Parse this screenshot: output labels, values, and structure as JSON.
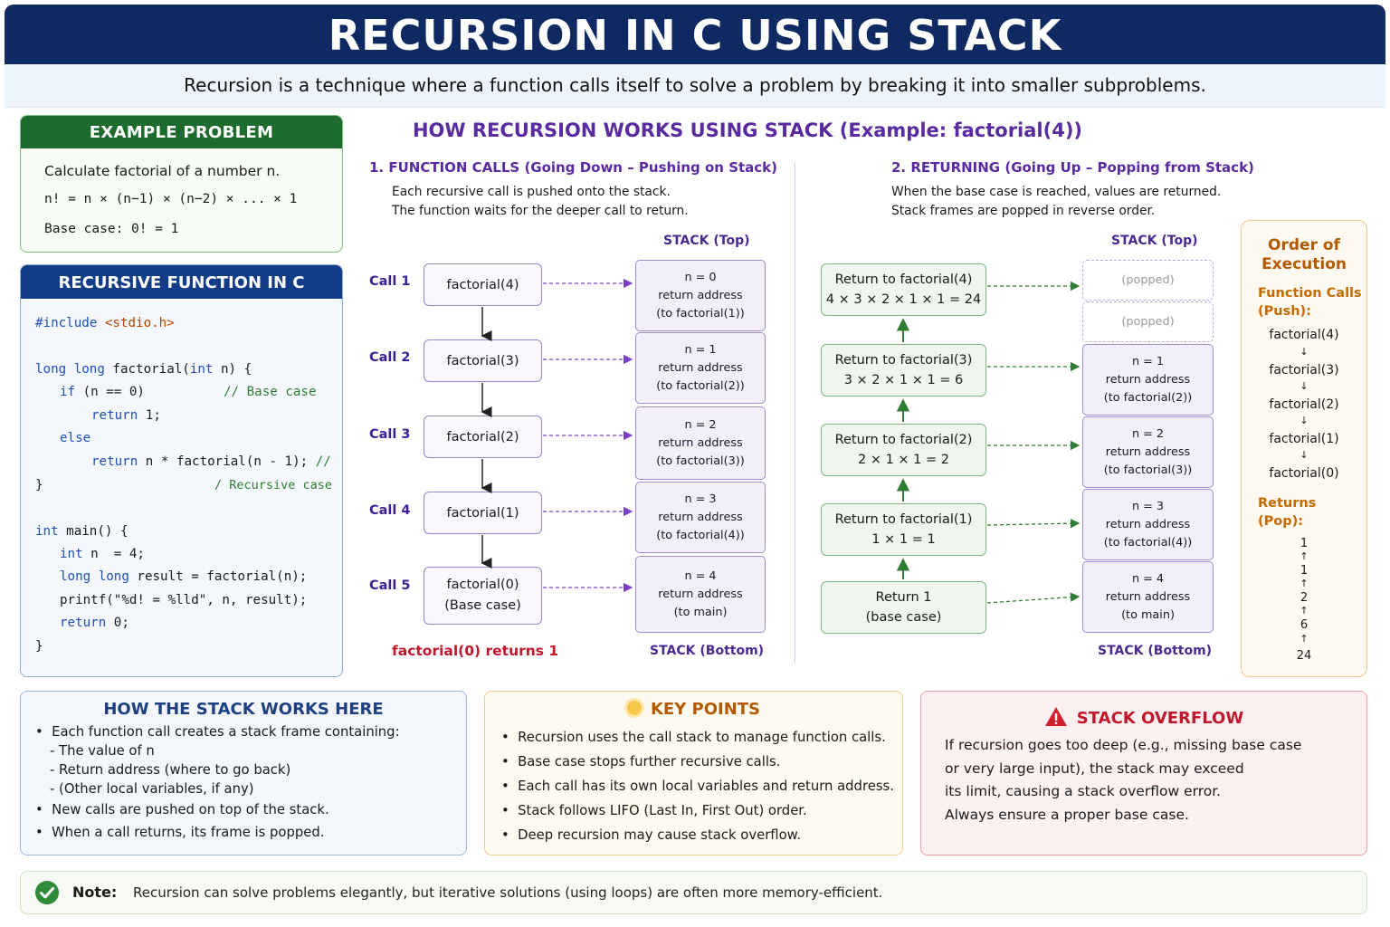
{
  "header": {
    "title": "RECURSION IN C USING STACK",
    "subtitle": "Recursion is a technique where a function calls itself to solve a problem by breaking it into smaller subproblems."
  },
  "example": {
    "title": "EXAMPLE PROBLEM",
    "line1": "Calculate factorial of a number n.",
    "line2": "n! = n × (n−1) × (n−2) × ... × 1",
    "line3": "Base case: 0! = 1"
  },
  "function": {
    "title": "RECURSIVE FUNCTION IN C",
    "include_kw": "#include",
    "include_file": "<stdio.h>",
    "sig_type": "long long",
    "sig_rest": " factorial(",
    "sig_int": "int",
    "sig_end": " n) {",
    "if_kw": "if",
    "if_rest": " (n == 0)",
    "if_comment": "// Base case",
    "ret1_kw": "return",
    "ret1_rest": " 1;",
    "else_kw": "else",
    "ret2_kw": "return",
    "ret2_rest": " n * factorial(n - 1);",
    "ret2_comment": " //",
    "close1": "}",
    "rec_comment": "/ Recursive case",
    "main_kw": "int",
    "main_rest": " main() {",
    "decl_kw": "int",
    "decl_rest": " n  = 4;",
    "res_kw": "long long",
    "res_rest": " result = factorial(n);",
    "printf": "printf(\"%d! = %lld\", n, result);",
    "ret3_kw": "return",
    "ret3_rest": " 0;",
    "close2": "}"
  },
  "center": {
    "title": "HOW RECURSION WORKS USING STACK (Example: factorial(4))",
    "sec1_title": "1. FUNCTION CALLS (Going Down – Pushing on Stack)",
    "sec1_desc1": "Each recursive call is pushed onto the stack.",
    "sec1_desc2": "The function waits for the deeper call to return.",
    "sec2_title": "2. RETURNING (Going Up – Popping from Stack)",
    "sec2_desc1": "When the base case is reached, values are returned.",
    "sec2_desc2": "Stack frames are popped in reverse order.",
    "stack_top": "STACK (Top)",
    "stack_bottom": "STACK (Bottom)",
    "calls": [
      {
        "label": "Call 1",
        "func": "factorial(4)",
        "func2": ""
      },
      {
        "label": "Call 2",
        "func": "factorial(3)",
        "func2": ""
      },
      {
        "label": "Call 3",
        "func": "factorial(2)",
        "func2": ""
      },
      {
        "label": "Call 4",
        "func": "factorial(1)",
        "func2": ""
      },
      {
        "label": "Call 5",
        "func": "factorial(0)",
        "func2": "(Base case)"
      }
    ],
    "frames": [
      {
        "n": "n = 0",
        "ra": "return address",
        "to": "(to factorial(1))"
      },
      {
        "n": "n = 1",
        "ra": "return address",
        "to": "(to factorial(2))"
      },
      {
        "n": "n = 2",
        "ra": "return address",
        "to": "(to factorial(3))"
      },
      {
        "n": "n = 3",
        "ra": "return address",
        "to": "(to factorial(4))"
      },
      {
        "n": "n = 4",
        "ra": "return address",
        "to": "(to main)"
      }
    ],
    "base_return": "factorial(0) returns  1",
    "returns": [
      {
        "l1": "Return to factorial(4)",
        "l2": "4 × 3 × 2 × 1 × 1 = 24"
      },
      {
        "l1": "Return to factorial(3)",
        "l2": "3 × 2 × 1 × 1 = 6"
      },
      {
        "l1": "Return to factorial(2)",
        "l2": "2 × 1 × 1 = 2"
      },
      {
        "l1": "Return to factorial(1)",
        "l2": "1 × 1 = 1"
      },
      {
        "l1": "Return 1",
        "l2": "(base case)"
      }
    ],
    "popped": "(popped)",
    "frames_right": [
      {
        "n": "n = 1",
        "ra": "return address",
        "to": "(to factorial(2))"
      },
      {
        "n": "n = 2",
        "ra": "return address",
        "to": "(to factorial(3))"
      },
      {
        "n": "n = 3",
        "ra": "return address",
        "to": "(to factorial(4))"
      },
      {
        "n": "n = 4",
        "ra": "return address",
        "to": "(to main)"
      }
    ]
  },
  "order": {
    "title1": "Order of",
    "title2": "Execution",
    "push1": "Function Calls",
    "push2": "(Push):",
    "calls": [
      "factorial(4)",
      "factorial(3)",
      "factorial(2)",
      "factorial(1)",
      "factorial(0)"
    ],
    "pop1": "Returns",
    "pop2": "(Pop):",
    "values": [
      "1",
      "1",
      "2",
      "6",
      "24"
    ]
  },
  "stack_works": {
    "title": "HOW THE STACK WORKS HERE",
    "b1": "Each function call creates a stack frame containing:",
    "s1": "- The value of n",
    "s2": "- Return address (where to go back)",
    "s3": "- (Other local variables, if any)",
    "b2": "New calls are pushed on top of the stack.",
    "b3": "When a call returns, its frame is popped."
  },
  "key_points": {
    "title": "KEY POINTS",
    "items": [
      "Recursion uses the call stack to manage function calls.",
      "Base case stops further recursive calls.",
      "Each call has its own local variables and return address.",
      "Stack follows LIFO (Last In, First Out) order.",
      "Deep recursion may cause stack overflow."
    ]
  },
  "overflow": {
    "title": "STACK OVERFLOW",
    "l1": "If recursion goes too deep (e.g., missing base case",
    "l2": "or very large input), the stack may exceed",
    "l3": "its limit, causing a stack overflow error.",
    "l4": "Always ensure a proper base case."
  },
  "note": {
    "label": "Note:",
    "text": "Recursion can solve problems elegantly, but iterative solutions (using loops) are often more memory-efficient."
  },
  "colors": {
    "header": "#0f2a62",
    "purple_arrow": "#7b3fc4",
    "green_arrow": "#2e7d32",
    "base_return": "#c0182a"
  }
}
